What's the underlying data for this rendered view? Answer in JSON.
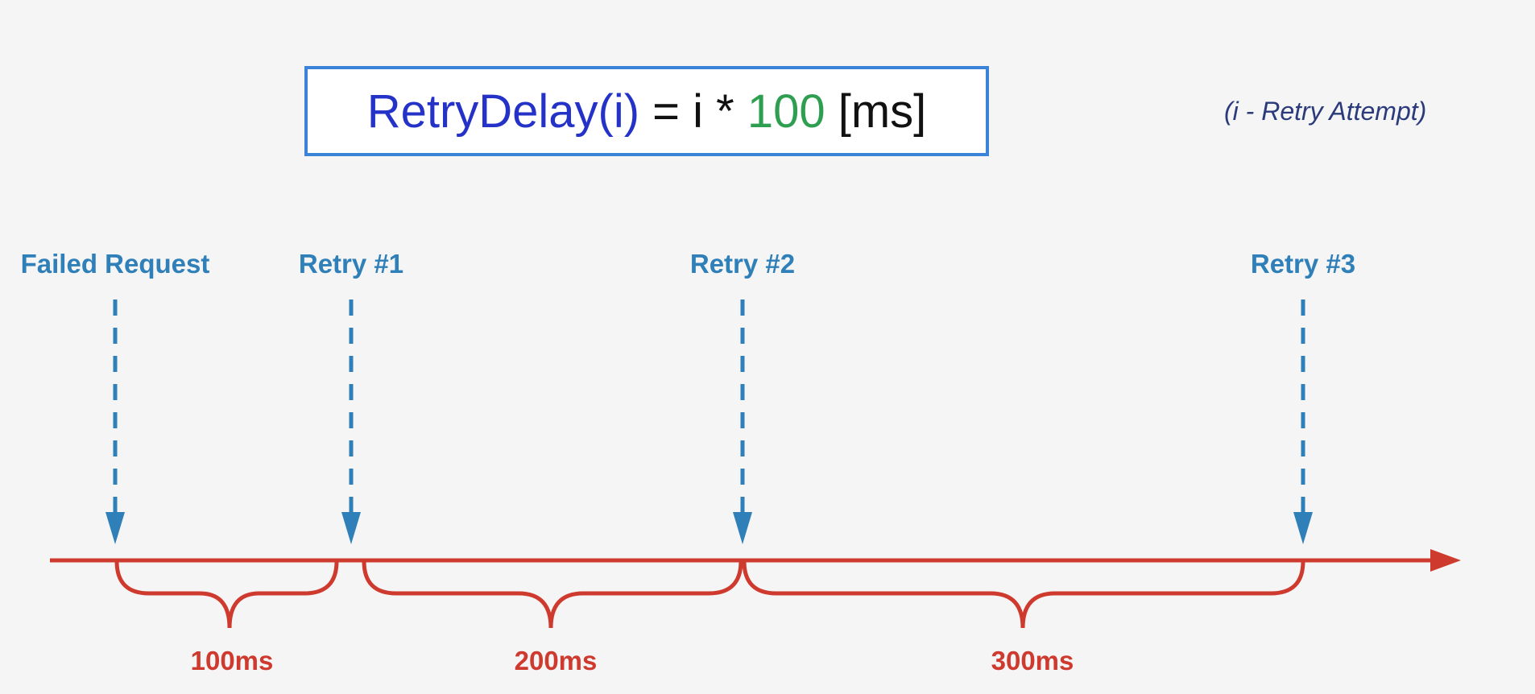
{
  "formula": {
    "function_part": "RetryDelay(i)",
    "operator_part": " = i * ",
    "number_part": "100",
    "unit_part": " [ms]"
  },
  "note": "(i - Retry Attempt)",
  "events": [
    {
      "label": "Failed Request"
    },
    {
      "label": "Retry #1"
    },
    {
      "label": "Retry #2"
    },
    {
      "label": "Retry #3"
    }
  ],
  "delays": [
    {
      "label": "100ms"
    },
    {
      "label": "200ms"
    },
    {
      "label": "300ms"
    }
  ],
  "colors": {
    "event": "#2f7fb8",
    "timeline": "#cf3a2f",
    "formula_function": "#2432c8",
    "formula_number": "#2e9e50",
    "box_border": "#3b82d9"
  }
}
